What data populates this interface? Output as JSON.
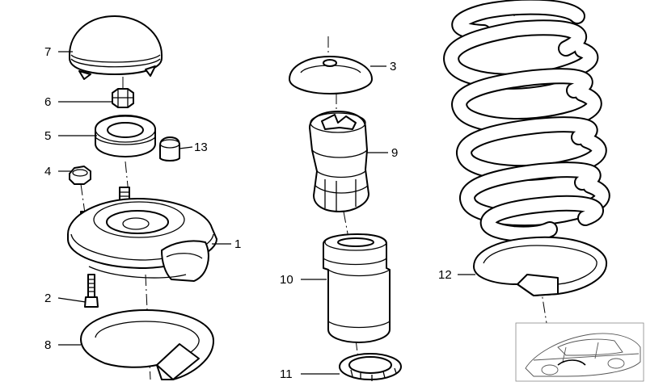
{
  "callouts": {
    "p1": "1",
    "p2": "2",
    "p3": "3",
    "p4": "4",
    "p5": "5",
    "p6": "6",
    "p7": "7",
    "p8": "8",
    "p9": "9",
    "p10": "10",
    "p11": "11",
    "p12": "12",
    "p13": "13"
  },
  "colors": {
    "line": "#000000",
    "background": "#ffffff"
  }
}
